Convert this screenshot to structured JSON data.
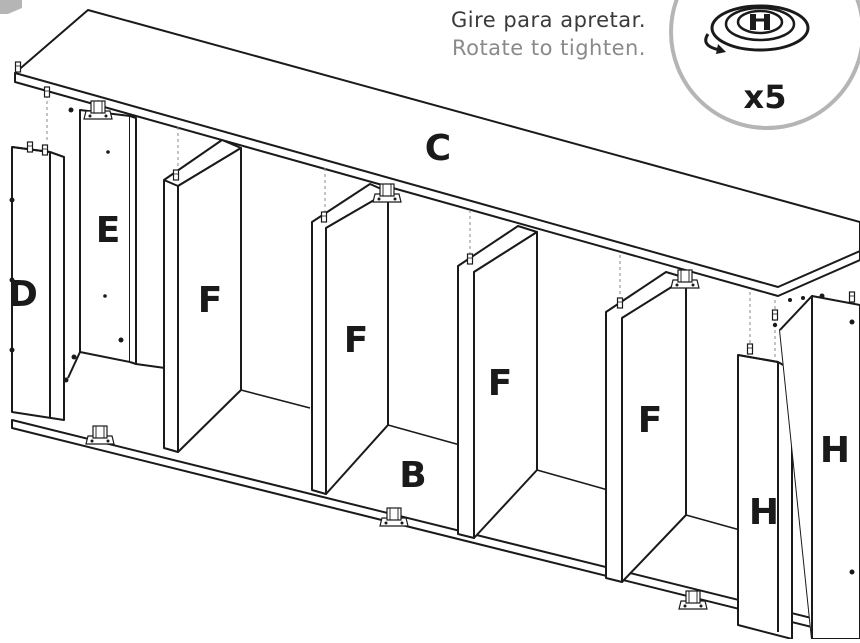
{
  "instruction": {
    "pt": "Gire para apretar.",
    "en": "Rotate to tighten."
  },
  "quantity_badge": {
    "text": "x5"
  },
  "parts": {
    "c": "C",
    "d": "D",
    "e": "E",
    "f": "F",
    "b": "B",
    "h": "H"
  },
  "colors": {
    "line": "#1a1a1a",
    "badge_ring": "#b5b5b5",
    "dashed_guide": "#8a8a8a",
    "tab_grey": "#b5b5b5"
  },
  "icons": {
    "cam_lock": "cam-lock-icon",
    "dowel": "dowel-icon"
  }
}
